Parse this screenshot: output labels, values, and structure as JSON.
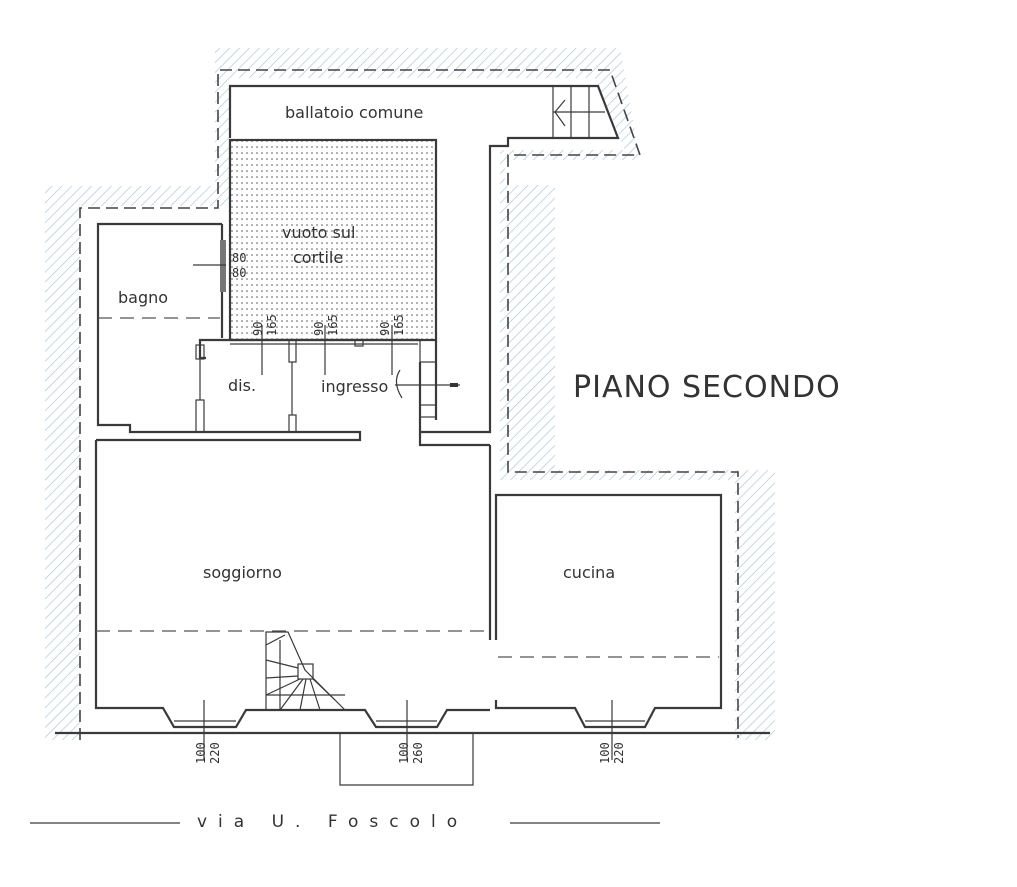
{
  "plan": {
    "title": "PIANO SECONDO",
    "street": "via U. Foscolo",
    "colors": {
      "wall": "#3a3a3a",
      "hatch": "#a9c3d6",
      "text": "#333333",
      "background": "#ffffff"
    },
    "rooms": {
      "ballatoio": "ballatoio comune",
      "vuoto_line1": "vuoto sul",
      "vuoto_line2": "cortile",
      "bagno": "bagno",
      "dis": "dis.",
      "ingresso": "ingresso",
      "soggiorno": "soggiorno",
      "cucina": "cucina"
    },
    "dimensions": {
      "bagno_window_w": "80",
      "bagno_window_h": "80",
      "court_window_1_w": "90",
      "court_window_1_h": "165",
      "court_window_2_w": "90",
      "court_window_2_h": "165",
      "court_window_3_w": "90",
      "court_window_3_h": "165",
      "street_window_1_w": "100",
      "street_window_1_h": "220",
      "street_window_2_w": "100",
      "street_window_2_h": "260",
      "street_window_3_w": "100",
      "street_window_3_h": "220"
    }
  }
}
